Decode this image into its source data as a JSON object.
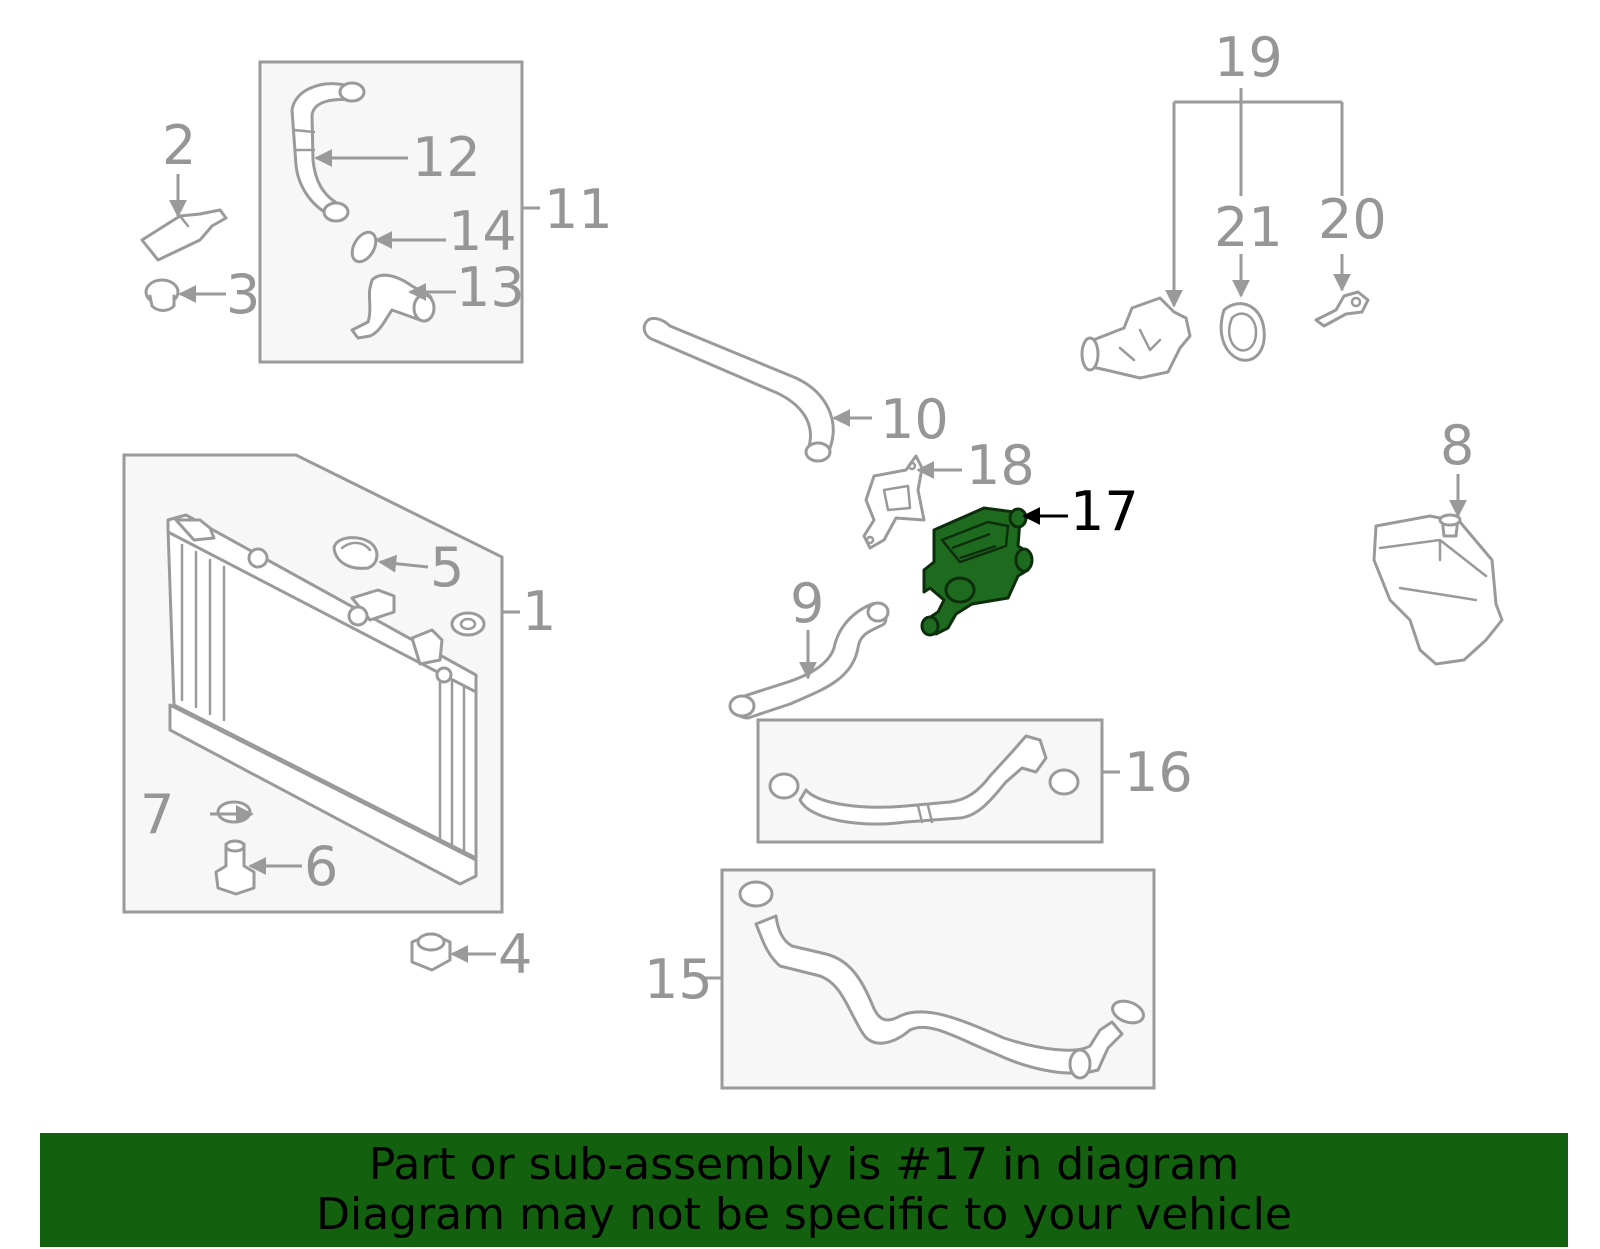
{
  "diagram": {
    "callouts": {
      "c1": "1",
      "c2": "2",
      "c3": "3",
      "c4": "4",
      "c5": "5",
      "c6": "6",
      "c7": "7",
      "c8": "8",
      "c9": "9",
      "c10": "10",
      "c11": "11",
      "c12": "12",
      "c13": "13",
      "c14": "14",
      "c15": "15",
      "c16": "16",
      "c17": "17",
      "c18": "18",
      "c19": "19",
      "c20": "20",
      "c21": "21"
    },
    "highlighted_part": "17",
    "highlight_color": "#1e6a1e"
  },
  "banner": {
    "line1": "Part or sub-assembly is #17 in diagram",
    "line2": "Diagram may not be specific to your vehicle",
    "background": "#13600f"
  }
}
